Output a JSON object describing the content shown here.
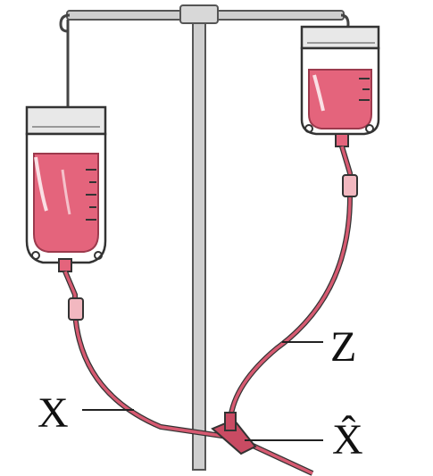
{
  "labels": {
    "x": "X",
    "xhat": "X̂",
    "z": "Z"
  },
  "colors": {
    "blood": "#e4647c",
    "blood_dark": "#c94b63",
    "tube": "#d65a71",
    "metal": "#c8c8c8",
    "metal_dark": "#8a8a8a",
    "bag_outline": "#333333",
    "bag_top": "#e6e6e6",
    "connector": "#f2b8c0"
  },
  "icons": [
    "iv-pole",
    "blood-bag",
    "y-connector",
    "drip-connector"
  ]
}
